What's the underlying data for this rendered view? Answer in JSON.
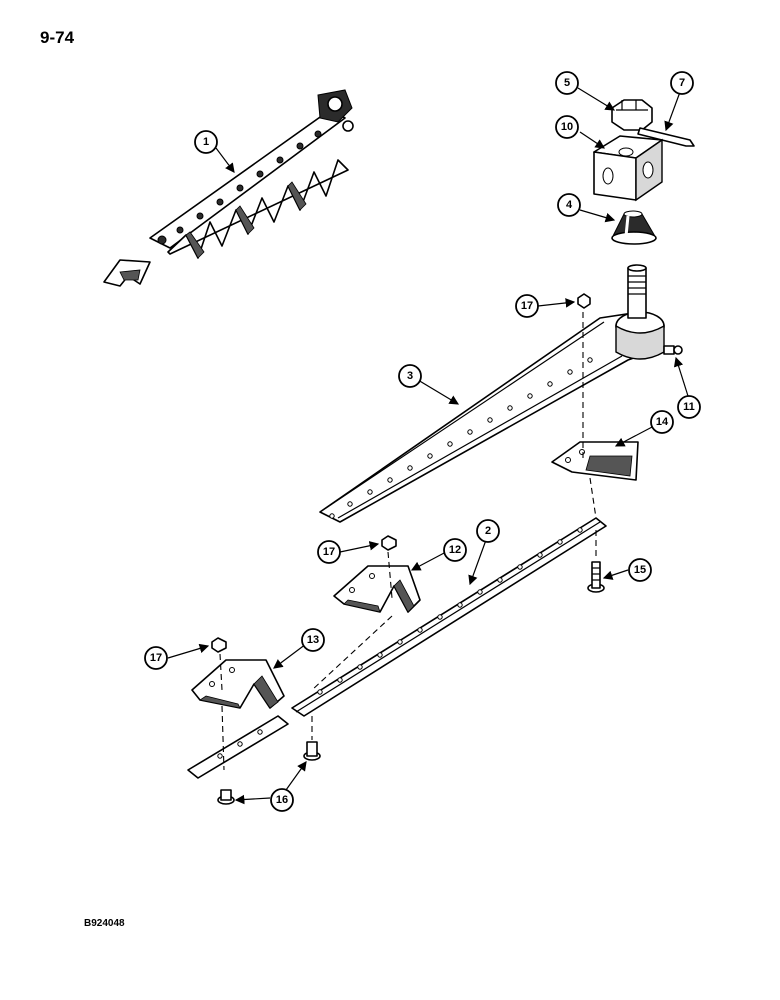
{
  "page_number": "9-74",
  "figure_code": "B924048",
  "callouts": [
    "1",
    "2",
    "3",
    "4",
    "5",
    "7",
    "10",
    "11",
    "12",
    "13",
    "14",
    "15",
    "16",
    "17",
    "17",
    "17"
  ]
}
